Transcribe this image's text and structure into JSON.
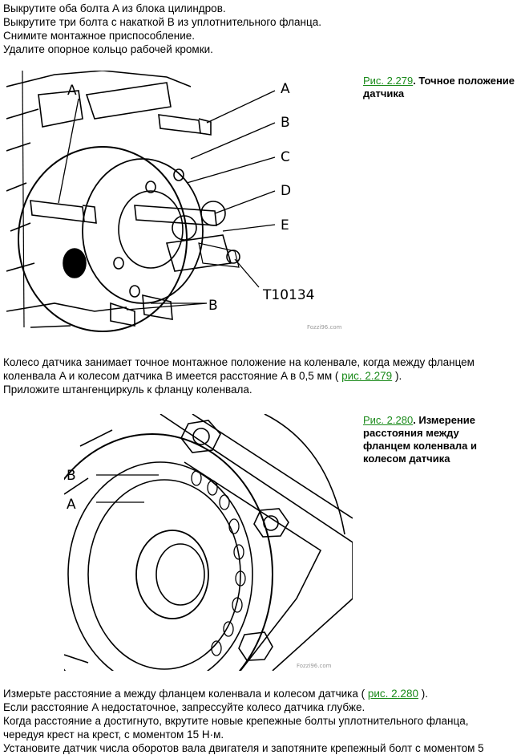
{
  "intro_lines": [
    "Выкрутите оба болта A из блока цилиндров.",
    "Выкрутите три болта с накаткой B из уплотнительного фланца.",
    "Снимите монтажное приспособление.",
    "Удалите опорное кольцо рабочей кромки."
  ],
  "figure1": {
    "ref": "Рис. 2.279",
    "caption": ". Точное положение датчика",
    "labels": [
      "A",
      "B",
      "C",
      "D",
      "E",
      "A",
      "B"
    ],
    "tool_label": "T10134",
    "watermark": "Fozzi96.com"
  },
  "para2": {
    "line1": "Колесо датчика занимает точное монтажное положение на коленвале, когда между фланцем",
    "line2_before": "коленвала A и колесом датчика B имеется расстояние A в 0,5 мм ( ",
    "line2_link": "рис. 2.279",
    "line2_after": " ).",
    "line3": "Приложите штангенциркуль к фланцу коленвала."
  },
  "figure2": {
    "ref": "Рис. 2.280",
    "caption": ". Измерение расстояния между фланцем коленвала и колесом датчика",
    "labels": [
      "B",
      "A"
    ],
    "watermark": "Fozzi96.com"
  },
  "para3": {
    "line1_before": "Измерьте расстояние a между фланцем коленвала и колесом датчика ( ",
    "line1_link": "рис. 2.280",
    "line1_after": " ).",
    "line2": "Если расстояние A недостаточное, запрессуйте колесо датчика глубже.",
    "line3": "Когда расстояние a достигнуто, вкрутите новые крепежные болты уплотнительного фланца,",
    "line4": "чередуя крест на крест, с моментом 15 Н·м.",
    "line5": "Установите датчик числа оборотов вала двигателя и запотяните крепежный болт с моментом 5"
  }
}
